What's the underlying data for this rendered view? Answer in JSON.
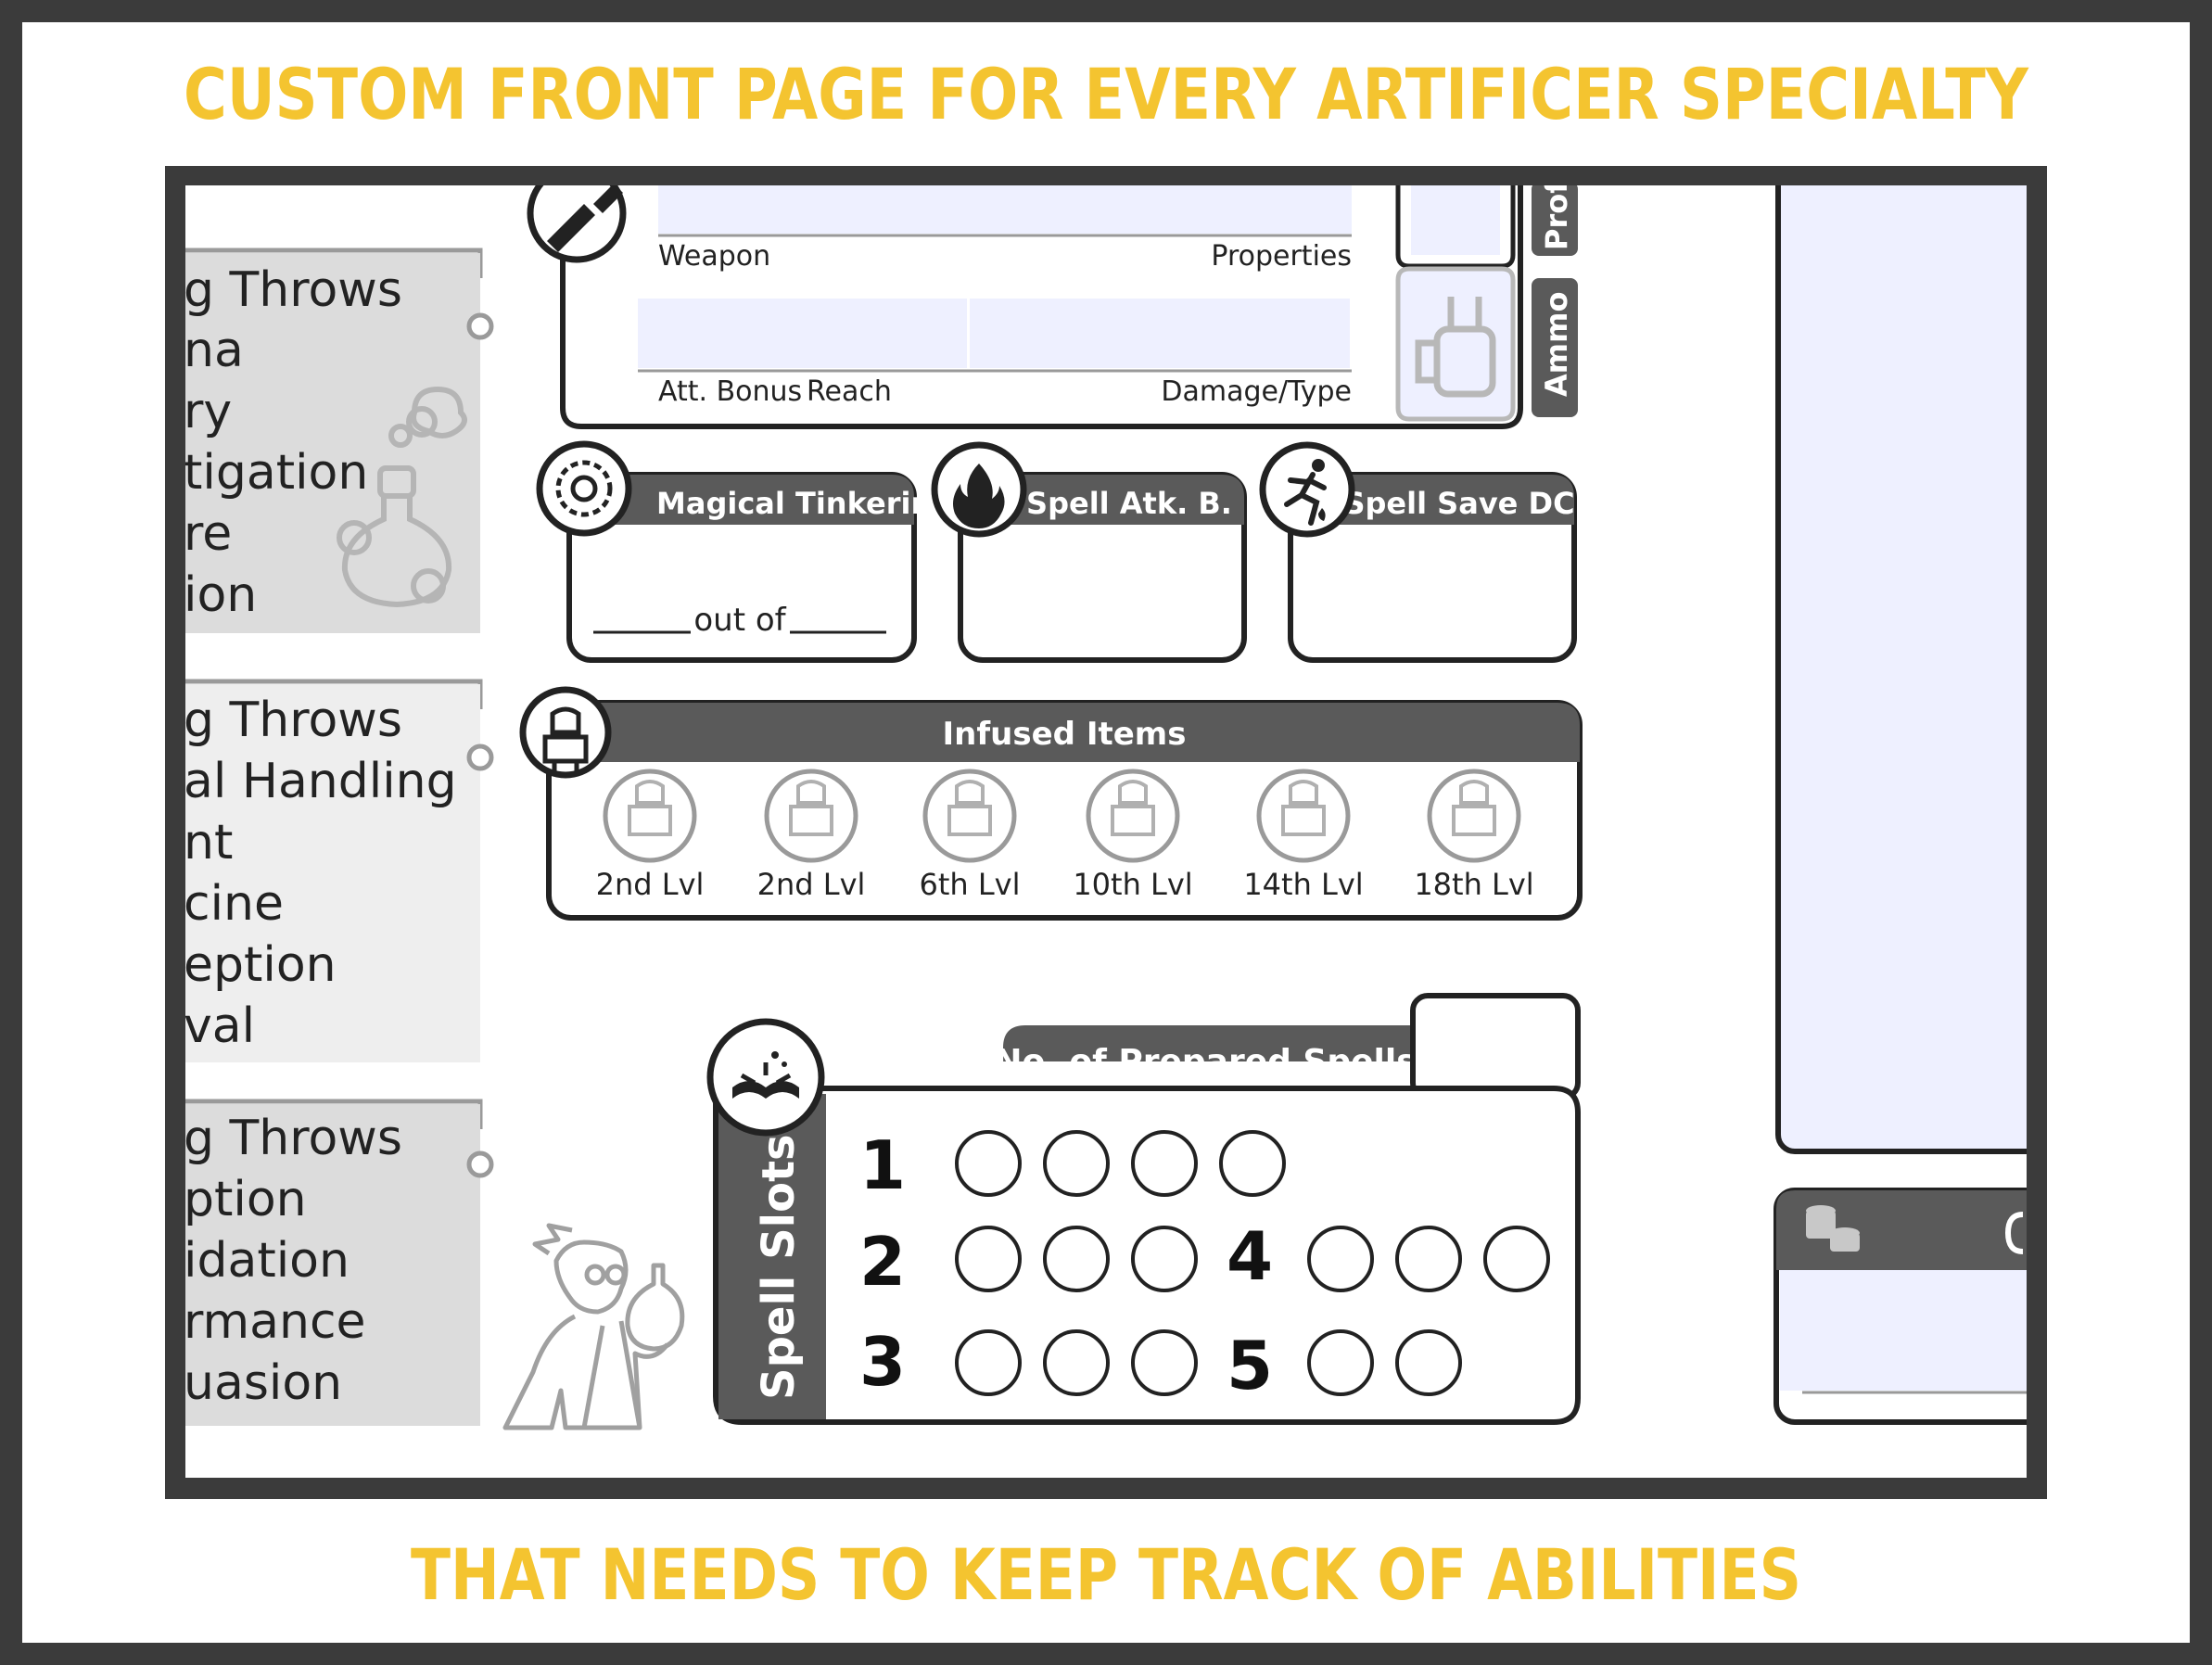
{
  "banner": {
    "top": "CUSTOM FRONT PAGE FOR EVERY ARTIFICER SPECIALTY",
    "bottom": "THAT NEEDS TO KEEP TRACK OF ABILITIES"
  },
  "colors": {
    "frame": "#3b3b3b",
    "banner_text": "#f4c430",
    "panel_header": "#5a5a5a",
    "field_fill": "#eef0ff",
    "skill_panel": "#dcdcdc"
  },
  "skills": {
    "group1": [
      "g Throws",
      "na",
      "ry",
      "tigation",
      "re",
      "ion"
    ],
    "group2": [
      "g Throws",
      "al Handling",
      "nt",
      "cine",
      "eption",
      "val"
    ],
    "group3": [
      "g Throws",
      "ption",
      "idation",
      "rmance",
      "uasion"
    ]
  },
  "weapon_block": {
    "weapon_label": "Weapon",
    "properties_label": "Properties",
    "att_bonus_label": "Att. Bonus",
    "reach_label": "Reach",
    "damage_type_label": "Damage/Type",
    "prof_tab": "Prof",
    "ammo_tab": "Ammo"
  },
  "magical_tinkering": {
    "title": "Magical Tinkering",
    "out_of": "out of"
  },
  "spell_attack": {
    "title": "Spell Atk. B."
  },
  "spell_save": {
    "title": "Spell Save DC"
  },
  "infused_items": {
    "title": "Infused Items",
    "levels": [
      "2nd Lvl",
      "2nd Lvl",
      "6th Lvl",
      "10th Lvl",
      "14th Lvl",
      "18th Lvl"
    ]
  },
  "prepared_spells": {
    "title": "No. of Prepared Spells"
  },
  "spell_slots": {
    "title": "Spell Slots",
    "levels": [
      {
        "level": "1",
        "slots": 4
      },
      {
        "level": "2",
        "slots": 3
      },
      {
        "level": "3",
        "slots": 3
      },
      {
        "level": "4",
        "slots": 3
      },
      {
        "level": "5",
        "slots": 2
      }
    ]
  },
  "icons": {
    "sword": "sword-icon",
    "ammo": "ammo-icon",
    "tinkering": "gear-icon",
    "spell_attack": "flame-icon",
    "spell_save": "running-figure-icon",
    "infused": "knight-icon",
    "spell_book": "spell-book-icon",
    "coins": "coins-icon",
    "potion": "potion-icon",
    "artificer": "artificer-character-icon"
  }
}
